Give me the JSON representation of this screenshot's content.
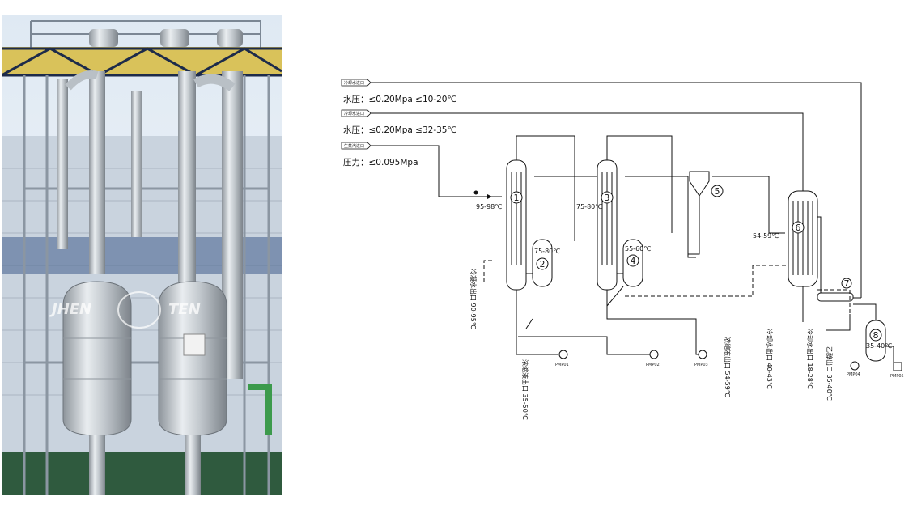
{
  "photo": {
    "watermark_left": "JHEN",
    "watermark_right": "TEN"
  },
  "diagram": {
    "inlet_flags": [
      {
        "label": "冷却水进口"
      },
      {
        "label": "冷却水进口"
      },
      {
        "label": "生蒸汽进口"
      }
    ],
    "specs": [
      {
        "text": "水压：≤0.20Mpa ≤10-20℃"
      },
      {
        "text": "水压：≤0.20Mpa ≤32-35℃"
      },
      {
        "text": "压力：≤0.095Mpa"
      }
    ],
    "equipment_numbers": [
      "1",
      "2",
      "3",
      "4",
      "5",
      "6",
      "7",
      "8"
    ],
    "temperatures": {
      "t1": "95-98℃",
      "t2": "75-80℃",
      "t3": "75-80℃",
      "t4": "55-60℃",
      "t5": "54-59℃",
      "t8": "35-40℃"
    },
    "pumps": [
      "PMP01",
      "PMP02",
      "PMP03",
      "PMP04",
      "PMP05"
    ],
    "vertical_labels": [
      {
        "text": "冷凝水出口 90-95℃"
      },
      {
        "text": "浓缩液出口 35-50℃"
      },
      {
        "text": "浓缩液出口 54-59℃"
      },
      {
        "text": "冷却水出口 40-43℃"
      },
      {
        "text": "冷却水出口 18-28℃"
      },
      {
        "text": "乙醇出口 35-40℃"
      }
    ],
    "colors": {
      "line": "#111111",
      "background": "#ffffff"
    }
  }
}
